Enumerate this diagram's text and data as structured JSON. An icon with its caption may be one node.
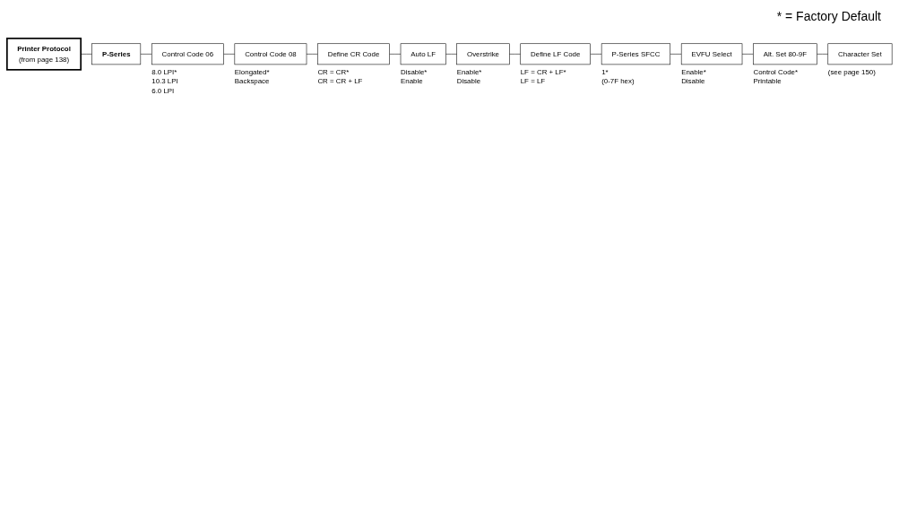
{
  "diagram": {
    "nodes": [
      {
        "text": [
          "Printer Protocol",
          "(from page 138)"
        ]
      },
      {
        "text": [
          "P-Series"
        ]
      },
      {
        "text": [
          "Control Code 06"
        ],
        "beside": [
          "8.0 LPI*",
          "10.3 LPI",
          "6.0 LPI"
        ]
      },
      {
        "text": [
          "Control Code 08"
        ],
        "beside": [
          "Elongated*",
          "Backspace"
        ]
      },
      {
        "text": [
          "Define CR Code"
        ],
        "beside": [
          "CR = CR*",
          "CR = CR + LF"
        ]
      },
      {
        "text": [
          "Auto LF"
        ],
        "beside": [
          "Disable*",
          "Enable"
        ]
      },
      {
        "text": [
          "Overstrike"
        ],
        "beside": [
          "Enable*",
          "Disable"
        ]
      },
      {
        "text": [
          "Define LF Code"
        ],
        "beside": [
          "LF = CR + LF*",
          "LF = LF"
        ]
      },
      {
        "text": [
          "P-Series SFCC"
        ],
        "beside": [
          "1*",
          "(0-7F hex)"
        ]
      },
      {
        "text": [
          "EVFU Select"
        ],
        "beside": [
          "Enable*",
          "Disable"
        ]
      },
      {
        "text": [
          "Alt. Set 80-9F"
        ],
        "beside": [
          "Control Code*",
          "Printable"
        ]
      },
      {
        "text": [
          "Character Set"
        ],
        "beside": [
          "(see page 150)"
        ]
      }
    ],
    "edges": [
      {
        "from": 0,
        "to": 1,
        "arrow": "none"
      },
      {
        "from": 1,
        "to": 2,
        "arrow": "none"
      },
      {
        "from": 2,
        "to": 3,
        "arrow": "none"
      },
      {
        "from": 3,
        "to": 4,
        "arrow": "none"
      },
      {
        "from": 4,
        "to": 5,
        "arrow": "none"
      },
      {
        "from": 5,
        "to": 6,
        "arrow": "none"
      },
      {
        "from": 6,
        "to": 7,
        "arrow": "none"
      },
      {
        "from": 7,
        "to": 8,
        "arrow": "none"
      },
      {
        "from": 8,
        "to": 9,
        "arrow": "none"
      },
      {
        "from": 9,
        "to": 10,
        "arrow": "none"
      },
      {
        "from": 10,
        "to": 11,
        "arrow": "none"
      }
    ],
    "labels": [
      "* = Factory Default"
    ]
  }
}
